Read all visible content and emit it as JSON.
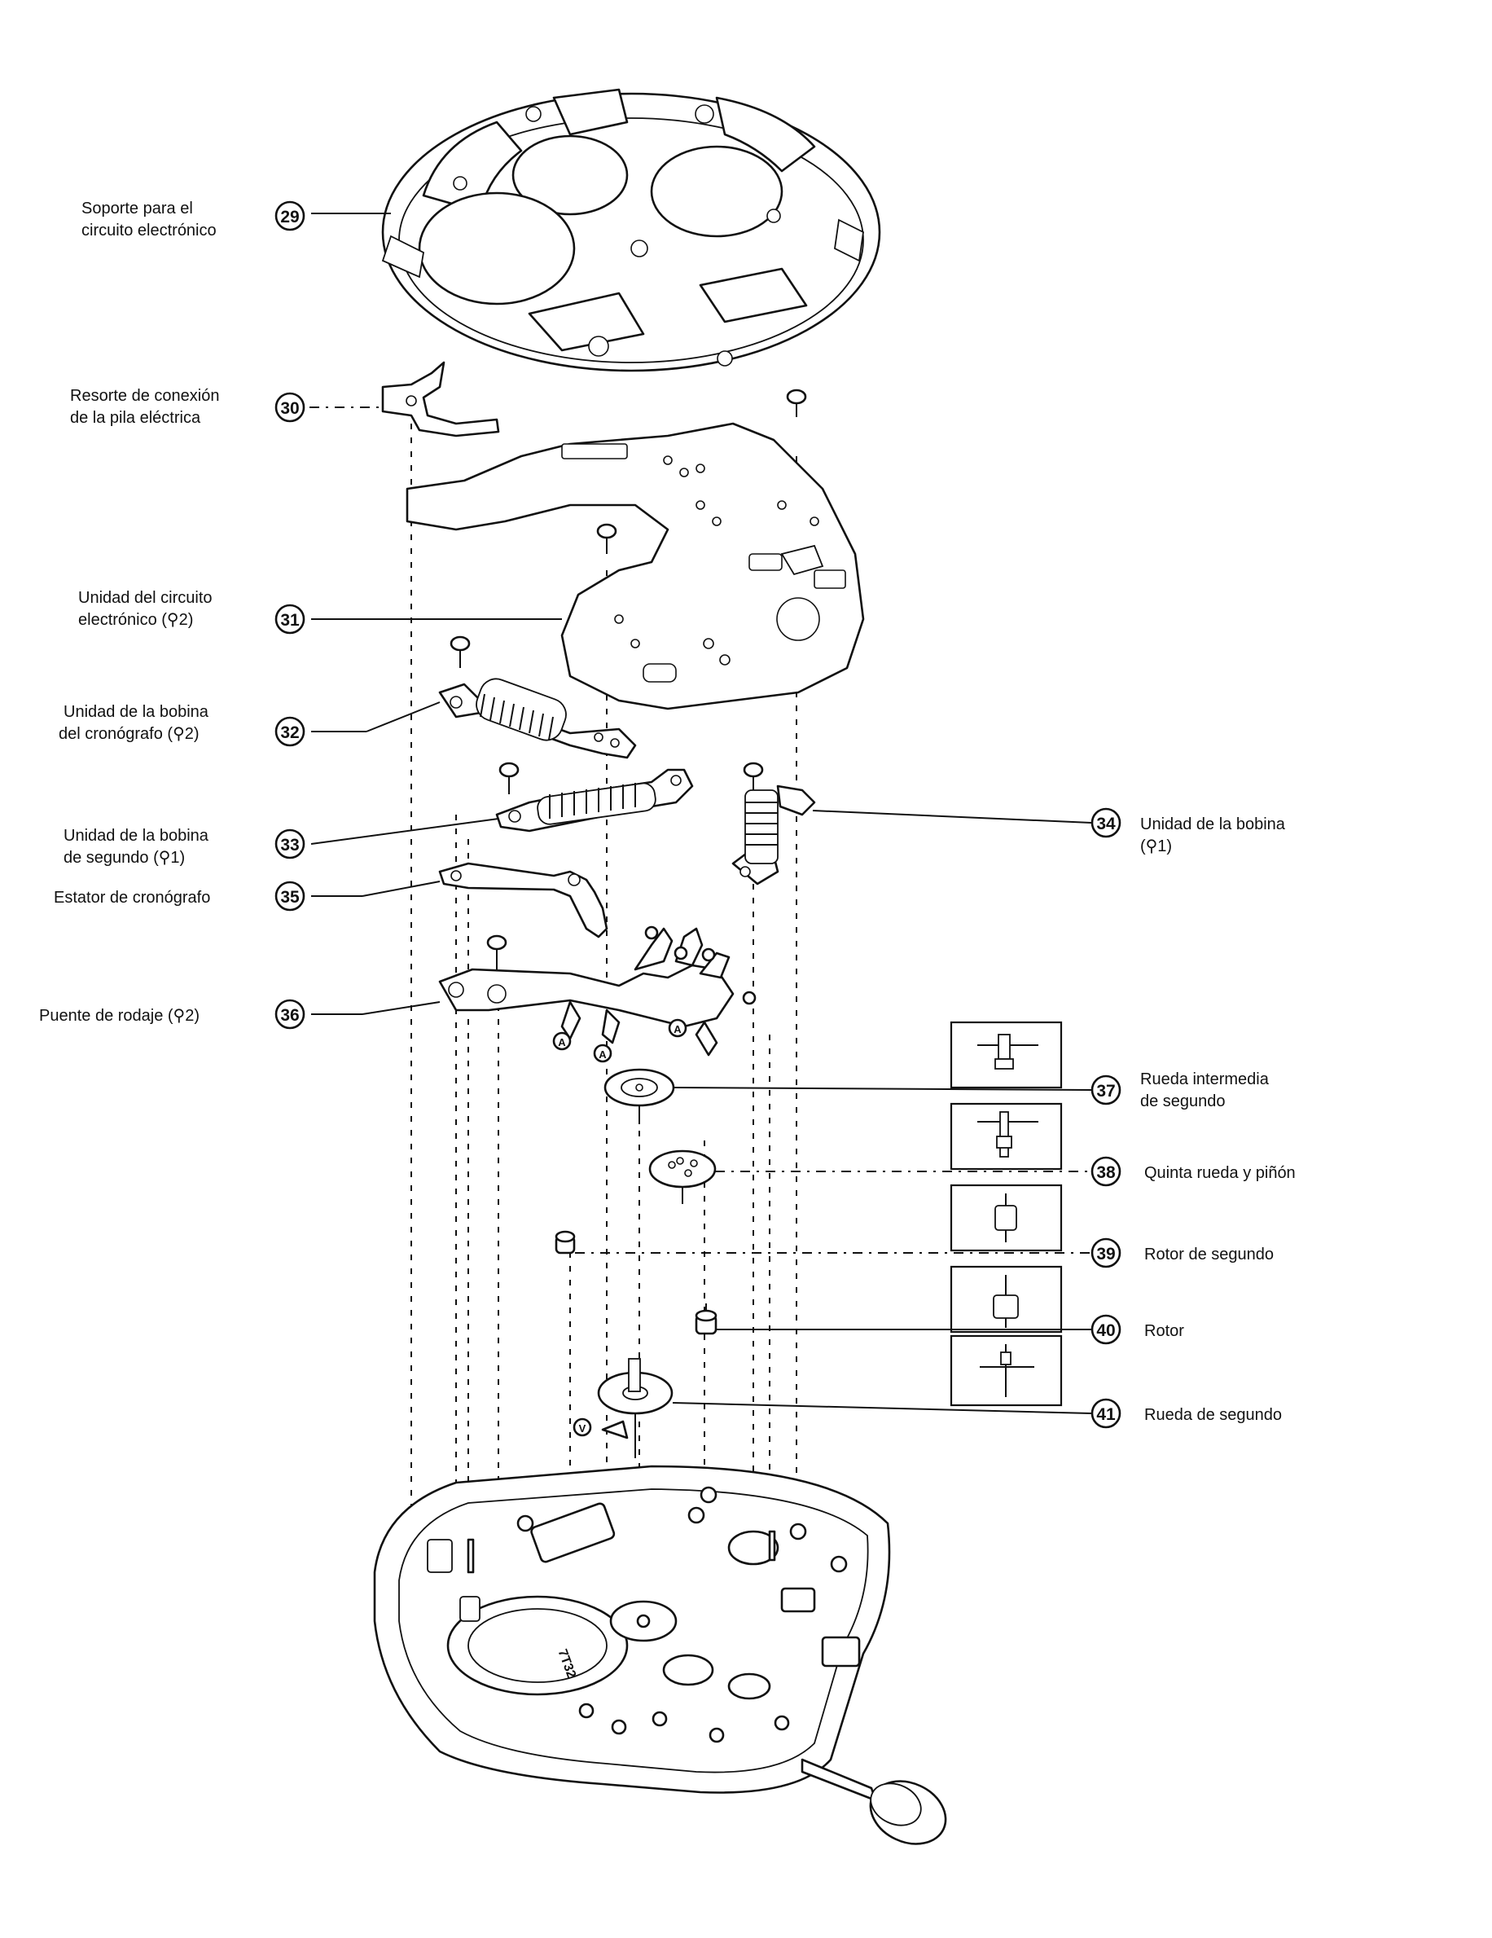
{
  "labels": [
    {
      "key": "l29",
      "number": "29",
      "lines": [
        "Soporte para el",
        "circuito electrónico"
      ]
    },
    {
      "key": "l30",
      "number": "30",
      "lines": [
        "Resorte de conexión",
        "de la pila eléctrica"
      ]
    },
    {
      "key": "l31",
      "number": "31",
      "lines": [
        "Unidad del circuito",
        "electrónico (⚲2)"
      ]
    },
    {
      "key": "l32",
      "number": "32",
      "lines": [
        "Unidad de la bobina",
        "del cronógrafo (⚲2)"
      ]
    },
    {
      "key": "l33",
      "number": "33",
      "lines": [
        "Unidad de la bobina",
        "de segundo (⚲1)"
      ]
    },
    {
      "key": "l34",
      "number": "34",
      "lines": [
        "Unidad de la bobina",
        "(⚲1)"
      ]
    },
    {
      "key": "l35",
      "number": "35",
      "lines": [
        "Estator de cronógrafo"
      ]
    },
    {
      "key": "l36",
      "number": "36",
      "lines": [
        "Puente de rodaje (⚲2)"
      ]
    },
    {
      "key": "l37",
      "number": "37",
      "lines": [
        "Rueda intermedia",
        "de segundo"
      ]
    },
    {
      "key": "l38",
      "number": "38",
      "lines": [
        "Quinta rueda y piñón"
      ]
    },
    {
      "key": "l39",
      "number": "39",
      "lines": [
        "Rotor de segundo"
      ]
    },
    {
      "key": "l40",
      "number": "40",
      "lines": [
        "Rotor"
      ]
    },
    {
      "key": "l41",
      "number": "41",
      "lines": [
        "Rueda de segundo"
      ]
    }
  ],
  "part_markers": {
    "a": "A",
    "v": "V"
  },
  "movement_mark": "7T32"
}
